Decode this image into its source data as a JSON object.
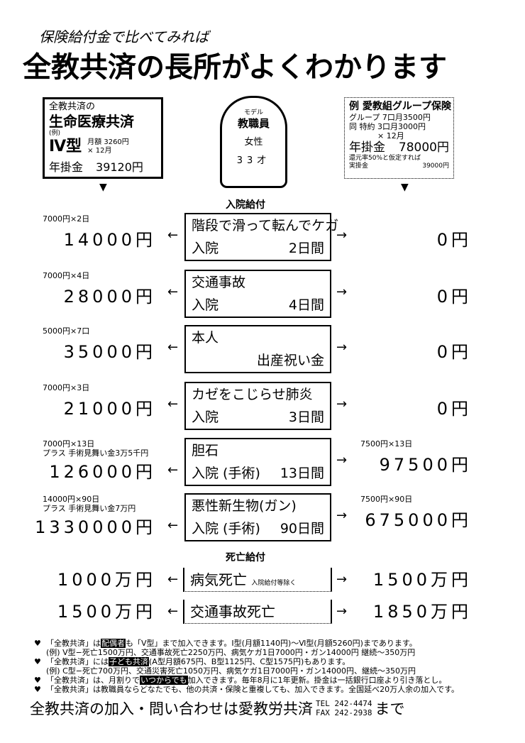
{
  "header": {
    "subtitle": "保険給付金で比べてみれば",
    "title_pre": "全教共済の",
    "title_hl": "長所",
    "title_post": "がよくわかります"
  },
  "left_plan": {
    "line1": "全教共済の",
    "line2": "生命医療共済",
    "example": "(例)",
    "type": "Ⅳ型",
    "monthly": "月額 3260円",
    "times": "× 12月",
    "annual_label": "年掛金",
    "annual": "39120円"
  },
  "model": {
    "label": "モデル",
    "occupation": "教職員",
    "gender": "女性",
    "age": "33才"
  },
  "right_plan": {
    "title": "例 愛教組グループ保険",
    "line1": "グループ 7口月3500円",
    "line2": "同 特約 3口月3000円",
    "times": "× 12月",
    "annual_label": "年掛金",
    "annual": "78000円",
    "rebate": "還元率50%と仮定すれば",
    "actual_label": "実掛金",
    "actual": "39000円"
  },
  "sections": {
    "hospital": "入院給付",
    "death": "死亡給付"
  },
  "cases": [
    {
      "title": "階段で滑って転んでケガ",
      "sub_l": "入院",
      "sub_r": "2日間",
      "left_formula": "7000円×2日",
      "left_value": "14000円",
      "right_formula": "",
      "right_value": "0円"
    },
    {
      "title": "交通事故",
      "sub_l": "入院",
      "sub_r": "4日間",
      "left_formula": "7000円×4日",
      "left_value": "28000円",
      "right_formula": "",
      "right_value": "0円"
    },
    {
      "title": "本人",
      "sub_l": "",
      "sub_r": "出産祝い金",
      "left_formula": "5000円×7口",
      "left_value": "35000円",
      "right_formula": "",
      "right_value": "0円"
    },
    {
      "title": "カゼをこじらせ肺炎",
      "sub_l": "入院",
      "sub_r": "3日間",
      "left_formula": "7000円×3日",
      "left_value": "21000円",
      "right_formula": "",
      "right_value": "0円"
    },
    {
      "title": "胆石",
      "sub_l": "入院 (手術)",
      "sub_r": "13日間",
      "left_formula": "7000円×13日\nプラス 手術見舞い金3万5千円",
      "left_value": "126000円",
      "right_formula": "7500円×13日",
      "right_value": "97500円"
    },
    {
      "title": "悪性新生物(ガン)",
      "sub_l": "入院 (手術)",
      "sub_r": "90日間",
      "left_formula": "14000円×90日\nプラス 手術見舞い金7万円",
      "left_value": "1330000円",
      "right_formula": "7500円×90日",
      "right_value": "675000円"
    }
  ],
  "death": [
    {
      "title": "病気死亡",
      "note": "入院給付等除く",
      "left_value": "1000万円",
      "right_value": "1500万円"
    },
    {
      "title": "交通事故死亡",
      "note": "",
      "left_value": "1500万円",
      "right_value": "1850万円"
    }
  ],
  "notes": [
    [
      "「全教共済」は",
      "配偶者",
      "も「V型」まで加入できます。Ⅰ型(月額1140円)～Ⅵ型(月額5260円)まであります。"
    ],
    [
      "(例) V型−死亡1500万円、交通事故死亡2250万円、病気ケガ1日7000円・ガン14000円 継続～350万円",
      "",
      ""
    ],
    [
      "「全教共済」には",
      "子ども共済",
      "(A型月額675円、B型1125円、C型1575円)もあります。"
    ],
    [
      "(例) C型−死亡700万円、交通災害死亡1050万円、病気ケガ1日7000円・ガン14000円、継続～350万円",
      "",
      ""
    ],
    [
      "「全教共済」は、月割りで",
      "いつからでも",
      "加入できます。毎年8月に1年更新。掛金は一括銀行口座より引き落とし。"
    ],
    [
      "「全教共済」は教職員ならどなたでも、他の共済・保険と重複しても、加入できます。全国延べ20万人余の加入です。",
      "",
      ""
    ]
  ],
  "footer": {
    "text": "全教共済の加入・問い合わせは愛教労共済",
    "tel_label": "TEL",
    "tel": "242-4474",
    "fax_label": "FAX",
    "fax": "242-2938",
    "suffix": "まで"
  }
}
